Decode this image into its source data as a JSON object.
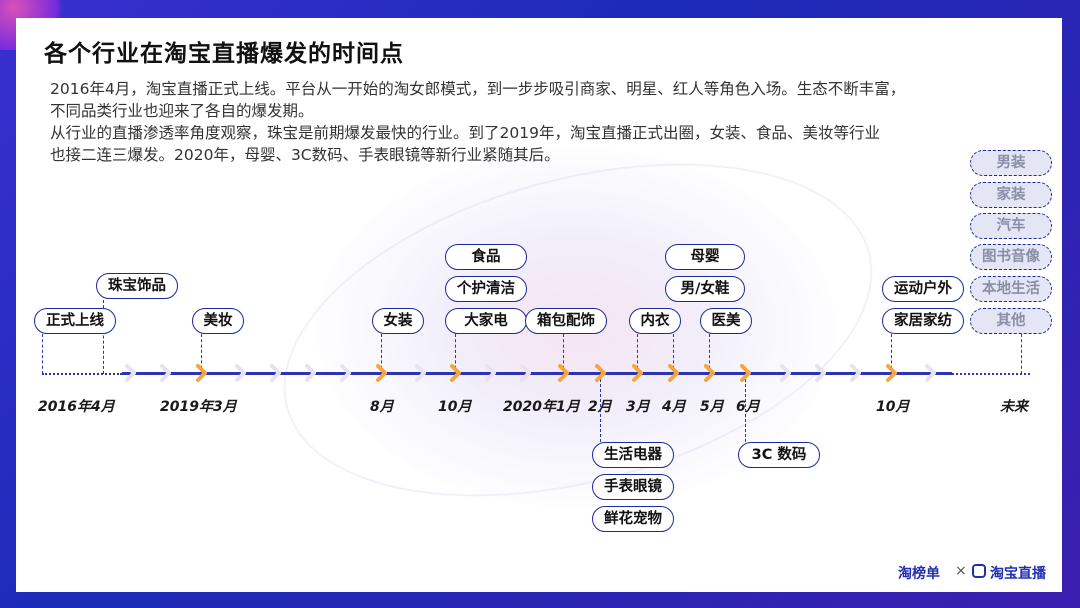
{
  "title": "各个行业在淘宝直播爆发的时间点",
  "description": [
    "2016年4月，淘宝直播正式上线。平台从一开始的淘女郎模式，到一步步吸引商家、明星、红人等角色入场。生态不断丰富，",
    "不同品类行业也迎来了各自的爆发期。",
    "从行业的直播渗透率角度观察，珠宝是前期爆发最快的行业。到了2019年，淘宝直播正式出圈，女装、食品、美妆等行业",
    "也接二连三爆发。2020年，母婴、3C数码、手表眼镜等新行业紧随其后。"
  ],
  "timeline": {
    "labels": [
      "2016年4月",
      "2019年3月",
      "8月",
      "10月",
      "2020年1月",
      "2月",
      "3月",
      "4月",
      "5月",
      "6月",
      "10月",
      "未来"
    ],
    "tags": {
      "t2016": [
        "正式上线",
        "珠宝饰品"
      ],
      "t2019_3": [
        "美妆"
      ],
      "t8": [
        "女装"
      ],
      "t10": [
        "大家电",
        "个护清洁",
        "食品"
      ],
      "t2020_1": [
        "箱包配饰"
      ],
      "t2": [
        "生活电器",
        "手表眼镜",
        "鲜花宠物"
      ],
      "t3": [
        "内衣"
      ],
      "t4": [
        "男/女鞋",
        "母婴"
      ],
      "t5": [
        "医美"
      ],
      "t6": [
        "3C 数码"
      ],
      "t10b": [
        "家居家纺",
        "运动户外"
      ],
      "future": [
        "男装",
        "家装",
        "汽车",
        "图书音像",
        "本地生活",
        "其他"
      ]
    }
  },
  "footer": {
    "logo1": "淘榜单",
    "sep": "×",
    "logo2": "淘宝直播"
  },
  "colors": {
    "accent": "#2d33b5",
    "chevron": "#f4a640"
  }
}
